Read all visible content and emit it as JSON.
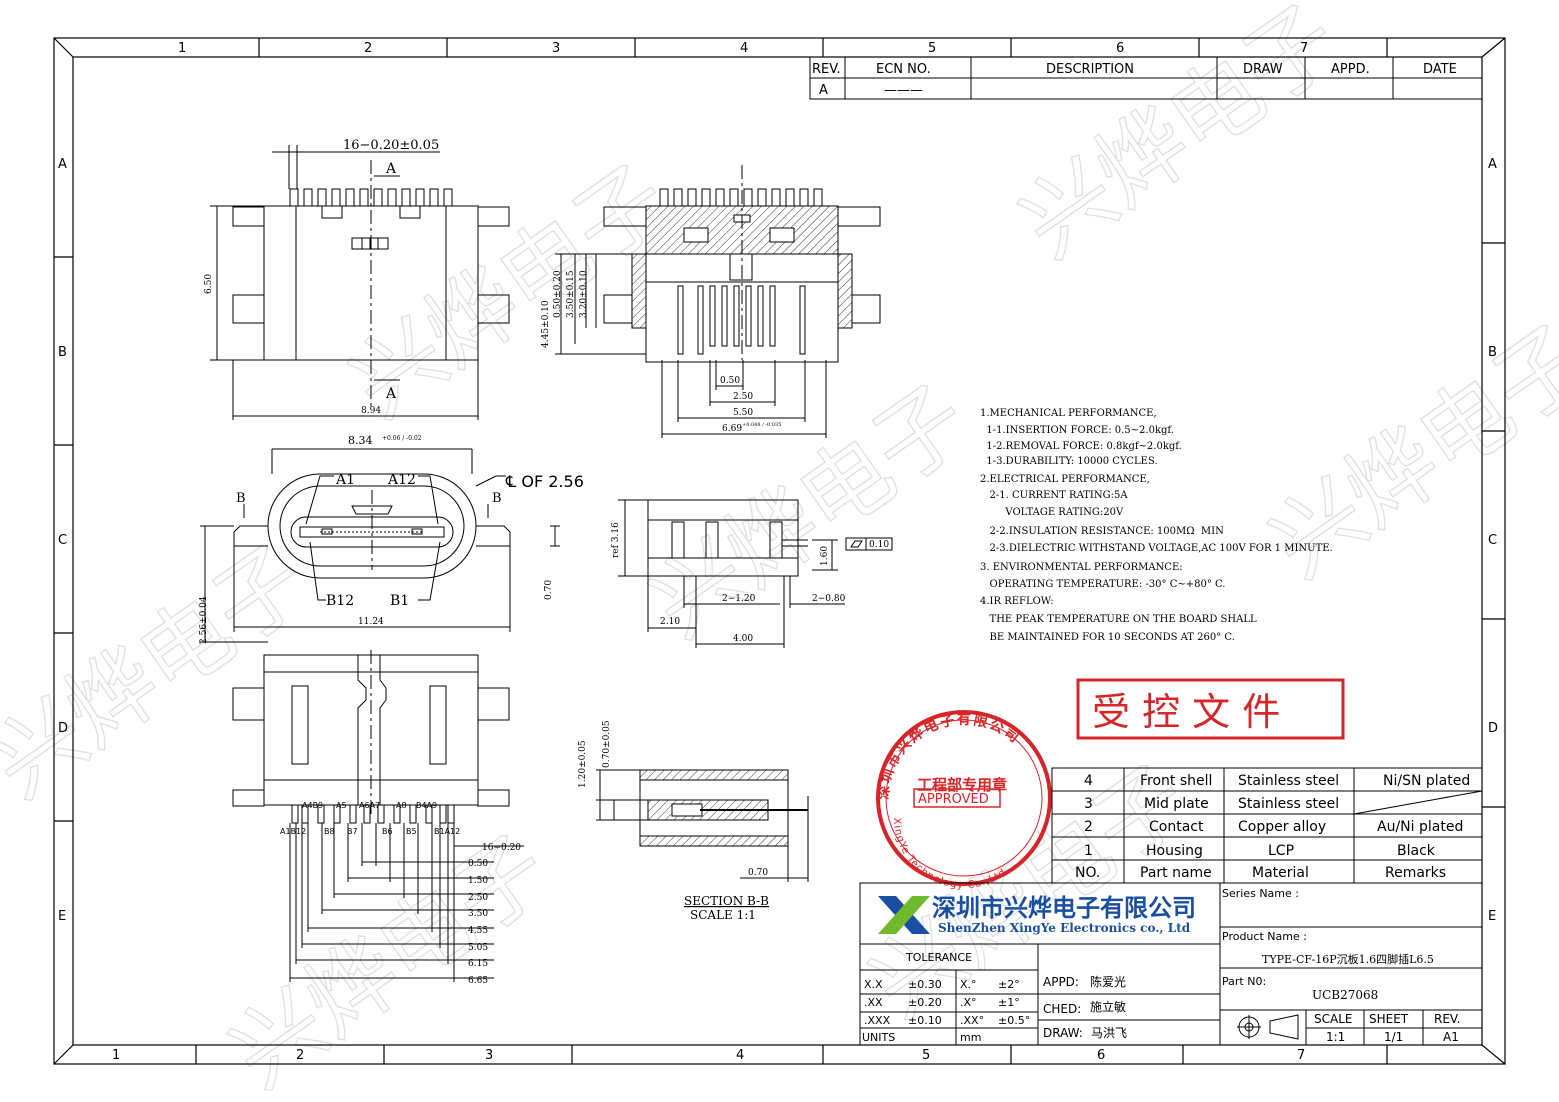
{
  "frame": {
    "top_cols": [
      "1",
      "2",
      "3",
      "4",
      "5",
      "6",
      "7"
    ],
    "bottom_cols": [
      "1",
      "2",
      "3",
      "4",
      "5",
      "6",
      "7"
    ],
    "rows": [
      "A",
      "B",
      "C",
      "D",
      "E"
    ]
  },
  "watermark": "兴烨电子",
  "revision_table": {
    "headers": [
      "REV.",
      "ECN NO.",
      "DESCRIPTION",
      "DRAW",
      "APPD.",
      "DATE"
    ],
    "row": [
      "A",
      "———",
      "",
      "",
      "",
      ""
    ]
  },
  "views": {
    "top": {
      "pin_dim": "16−0.20±0.05",
      "section_mark_top": "A",
      "section_mark_bottom": "A",
      "height_dim": "6.50",
      "width_dim": "8.94"
    },
    "section_a": {
      "v1": "4.45±0.10",
      "v2": "0.50±0.20",
      "v3": "3.50±0.15",
      "v4": "3.20±0.10",
      "h1": "0.50",
      "h2": "2.50",
      "h3": "5.50",
      "h4": "6.69",
      "h4_tol": "+0.048 / -0.035"
    },
    "front": {
      "width_top": "8.34",
      "width_top_tol": "+0.06 / -0.02",
      "label_a1": "A1",
      "label_a12": "A12",
      "label_b12": "B12",
      "label_b1": "B1",
      "centerline": "℄ OF 2.56",
      "mark_b_left": "B",
      "mark_b_right": "B",
      "height_dim": "2.56±0.04",
      "offset_dim": "0.70",
      "width_bottom": "11.24"
    },
    "side": {
      "ref": "ref 3.16",
      "flat_height": "1.60",
      "flatness": "0.10",
      "d1": "2−1.20",
      "d2": "2−0.80",
      "d3": "2.10",
      "d4": "4.00"
    },
    "bottom": {
      "pin_labels_top": [
        "A4B9",
        "A5",
        "A6A7",
        "A8",
        "B4A9"
      ],
      "pin_labels_bottom": [
        "A1B12",
        "B8",
        "B7",
        "B6",
        "B5",
        "B1A12"
      ],
      "pin_count_dim": "16−0.20",
      "pitch_dims": [
        "0.50",
        "1.50",
        "2.50",
        "3.50",
        "4.55",
        "5.05",
        "6.15",
        "6.65"
      ]
    },
    "section_b": {
      "v1": "1.20±0.05",
      "v2": "0.70±0.05",
      "h1": "0.70",
      "title": "SECTION B-B",
      "scale": "SCALE 1:1"
    }
  },
  "notes": [
    "1.MECHANICAL PERFORMANCE,",
    "  1-1.INSERTION FORCE: 0.5~2.0kgf.",
    "  1-2.REMOVAL FORCE: 0.8kgf~2.0kgf.",
    "  1-3.DURABILITY: 10000 CYCLES.",
    "2.ELECTRICAL PERFORMANCE,",
    "   2-1. CURRENT RATING:5A",
    "        VOLTAGE RATING:20V",
    "   2-2.INSULATION RESISTANCE: 100MΩ  MIN",
    "   2-3.DIELECTRIC WITHSTAND VOLTAGE,AC 100V FOR 1 MINUTE.",
    "3. ENVIRONMENTAL PERFORMANCE:",
    "   OPERATING TEMPERATURE: -30° C~+80° C.",
    "4.IR REFLOW:",
    "   THE PEAK TEMPERATURE ON THE BOARD SHALL",
    "   BE MAINTAINED FOR 10 SECONDS AT 260° C."
  ],
  "controlled_stamp": "受 控 文 件",
  "seal": {
    "ring_text": "深圳市兴烨电子有限公司",
    "ring_en": "XingYe Technology Co.,Ltd",
    "center": "工程部专用章",
    "approved": "APPROVED",
    "color": "#d6262a"
  },
  "bom": {
    "rows": [
      [
        "4",
        "Front shell",
        "Stainless steel",
        "Ni/SN plated"
      ],
      [
        "3",
        "Mid plate",
        "Stainless steel",
        ""
      ],
      [
        "2",
        "Contact",
        "Copper alloy",
        "Au/Ni plated"
      ],
      [
        "1",
        "Housing",
        "LCP",
        "Black"
      ]
    ],
    "header": [
      "NO.",
      "Part name",
      "Material",
      "Remarks"
    ]
  },
  "title_block": {
    "company_cn": "深圳市兴烨电子有限公司",
    "company_en": "ShenZhen XingYe Electronics co., Ltd",
    "series_label": "Series Name :",
    "series_value": "",
    "product_label": "Product Name :",
    "product_value": "TYPE-CF-16P沉板1.6四脚插L6.5",
    "part_label": "Part N0:",
    "part_value": "UCB27068",
    "tolerance_title": "TOLERANCE",
    "tolerances": [
      [
        "X.X",
        "±0.30",
        "X.°",
        "±2°"
      ],
      [
        ".XX",
        "±0.20",
        ".X°",
        "±1°"
      ],
      [
        ".XXX",
        "±0.10",
        ".XX°",
        "±0.5°"
      ]
    ],
    "units_label": "UNITS",
    "units_value": "mm",
    "appd_label": "APPD:",
    "appd_value": "陈爱光",
    "ched_label": "CHED:",
    "ched_value": "施立敏",
    "draw_label": "DRAW:",
    "draw_value": "马洪飞",
    "scale_label": "SCALE",
    "scale_value": "1:1",
    "sheet_label": "SHEET",
    "sheet_value": "1/1",
    "rev_label": "REV.",
    "rev_value": "A1",
    "logo_blue": "#1a4ea1",
    "logo_green": "#6fba2c"
  }
}
